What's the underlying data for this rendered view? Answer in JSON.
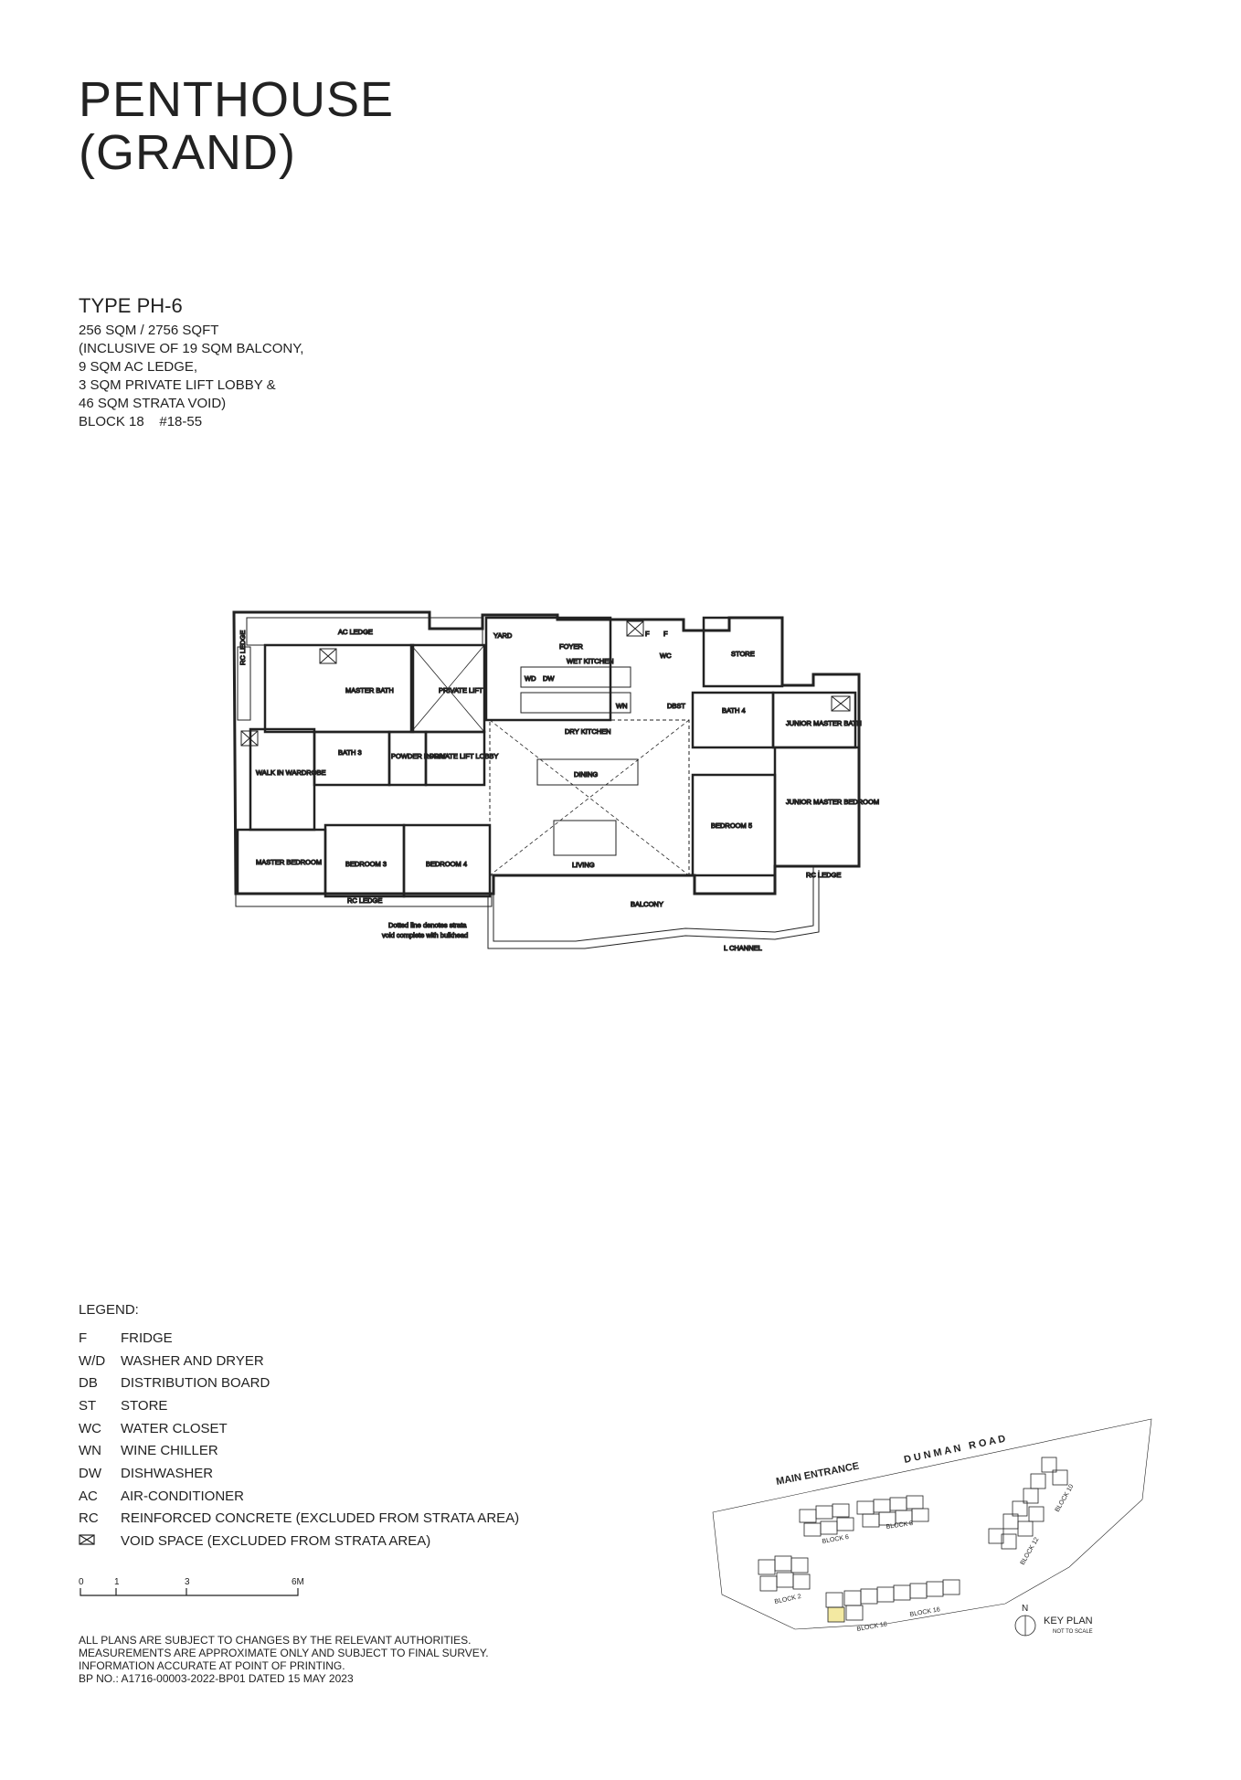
{
  "title": {
    "line1": "PENTHOUSE",
    "line2": "(GRAND)"
  },
  "unit": {
    "type": "TYPE PH-6",
    "details": [
      "256 SQM / 2756 SQFT",
      "(INCLUSIVE OF 19 SQM BALCONY,",
      "9 SQM AC LEDGE,",
      "3 SQM PRIVATE LIFT LOBBY &",
      "46 SQM STRATA VOID)",
      "BLOCK 18    #18-55"
    ]
  },
  "rooms": {
    "ac_ledge": "AC LEDGE",
    "rc_ledge_side": "RC LEDGE",
    "master_bath": "MASTER BATH",
    "private_lift": "PRIVATE LIFT",
    "yard": "YARD",
    "foyer": "FOYER",
    "wet_kitchen": "WET KITCHEN",
    "wc": "WC",
    "store": "STORE",
    "wd": "WD",
    "dw": "DW",
    "wn": "WN",
    "dbst": "DBST",
    "bath4": "BATH 4",
    "junior_master_bath": "JUNIOR MASTER BATH",
    "walk_in_wardrobe": "WALK IN WARDROBE",
    "bath3": "BATH 3",
    "powder_room": "POWDER ROOM",
    "private_lift_lobby": "PRIVATE LIFT LOBBY",
    "dry_kitchen": "DRY KITCHEN",
    "dining": "DINING",
    "junior_master_bedroom": "JUNIOR MASTER BEDROOM",
    "bedroom5": "BEDROOM 5",
    "master_bedroom": "MASTER BEDROOM",
    "bedroom3": "BEDROOM 3",
    "bedroom4": "BEDROOM 4",
    "living": "LIVING",
    "rc_ledge_right": "RC LEDGE",
    "rc_ledge_bottom": "RC LEDGE",
    "balcony": "BALCONY",
    "strata_note_1": "Dotted line denotes strata",
    "strata_note_2": "void complete with bulkhead",
    "l_channel": "L CHANNEL",
    "f1": "F",
    "f2": "F"
  },
  "legend": {
    "title": "LEGEND:",
    "items": [
      {
        "abbr": "F",
        "desc": "FRIDGE"
      },
      {
        "abbr": "W/D",
        "desc": "WASHER AND DRYER"
      },
      {
        "abbr": "DB",
        "desc": "DISTRIBUTION BOARD"
      },
      {
        "abbr": "ST",
        "desc": "STORE"
      },
      {
        "abbr": "WC",
        "desc": "WATER CLOSET"
      },
      {
        "abbr": "WN",
        "desc": "WINE CHILLER"
      },
      {
        "abbr": "DW",
        "desc": "DISHWASHER"
      },
      {
        "abbr": "AC",
        "desc": "AIR-CONDITIONER"
      },
      {
        "abbr": "RC",
        "desc": "REINFORCED CONCRETE (EXCLUDED FROM STRATA AREA)"
      },
      {
        "abbr": "",
        "desc": "VOID SPACE (EXCLUDED FROM STRATA AREA)"
      }
    ]
  },
  "scale": {
    "t0": "0",
    "t1": "1",
    "t3": "3",
    "t6": "6M"
  },
  "disclaimer": [
    "ALL PLANS ARE SUBJECT TO CHANGES BY THE RELEVANT AUTHORITIES.",
    "MEASUREMENTS ARE APPROXIMATE ONLY AND SUBJECT TO FINAL SURVEY.",
    "INFORMATION ACCURATE AT POINT OF PRINTING.",
    "BP NO.: A1716-00003-2022-BP01 DATED 15 MAY 2023"
  ],
  "keyplan": {
    "main_entrance": "MAIN ENTRANCE",
    "road": "D U N M A N   R O A D",
    "block6": "BLOCK 6",
    "block8": "BLOCK 8",
    "block10": "BLOCK 10",
    "block12": "BLOCK 12",
    "block2": "BLOCK 2",
    "block18": "BLOCK 18",
    "block16": "BLOCK 16",
    "north": "N",
    "label": "KEY PLAN",
    "sub": "NOT TO SCALE",
    "highlight": "#f3e9a2"
  }
}
